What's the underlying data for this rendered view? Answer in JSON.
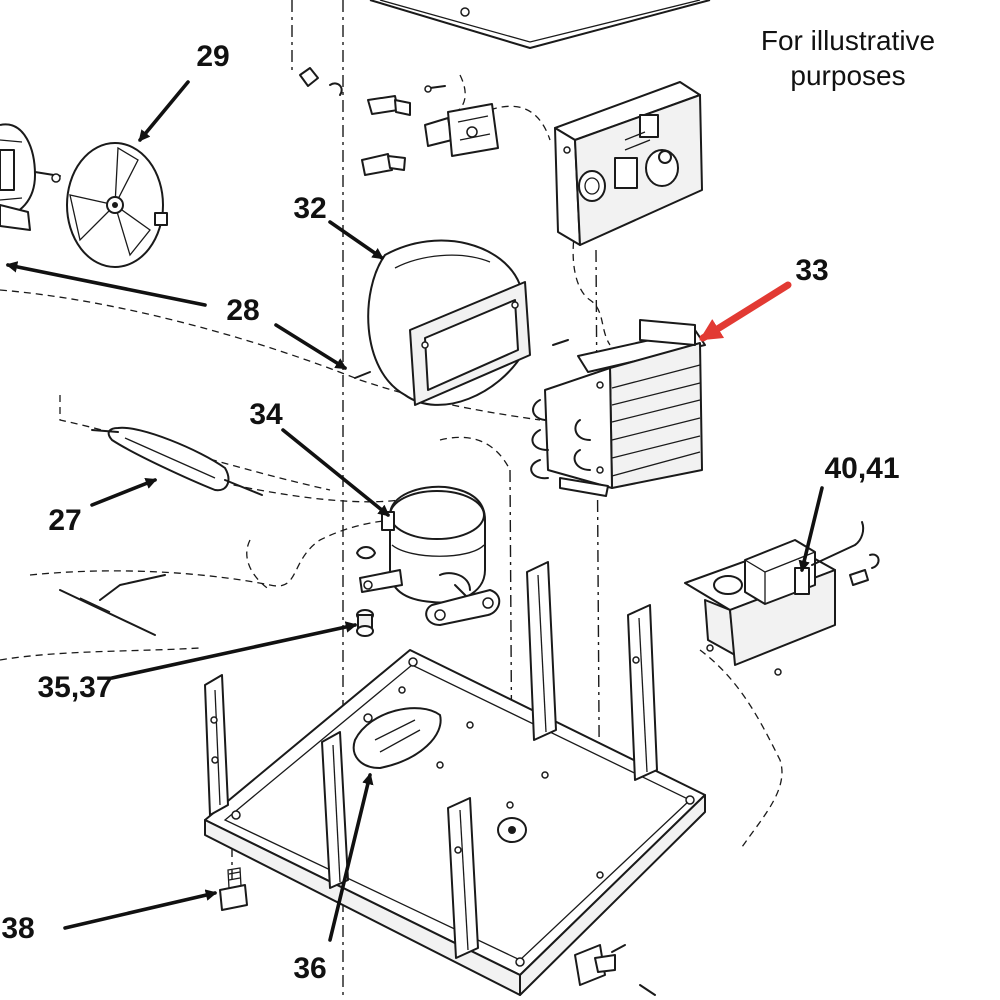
{
  "note": {
    "line1": "For illustrative",
    "line2": "purposes"
  },
  "callouts": [
    {
      "id": "27",
      "text": "27"
    },
    {
      "id": "28",
      "text": "28"
    },
    {
      "id": "29",
      "text": "29"
    },
    {
      "id": "32",
      "text": "32"
    },
    {
      "id": "33",
      "text": "33"
    },
    {
      "id": "34",
      "text": "34"
    },
    {
      "id": "35_37",
      "text": "35,37"
    },
    {
      "id": "36",
      "text": "36"
    },
    {
      "id": "38",
      "text": "38"
    },
    {
      "id": "40_41",
      "text": "40,41"
    }
  ],
  "colors": {
    "line": "#1a1a1a",
    "highlight_arrow": "#e23a33",
    "background": "#ffffff"
  }
}
